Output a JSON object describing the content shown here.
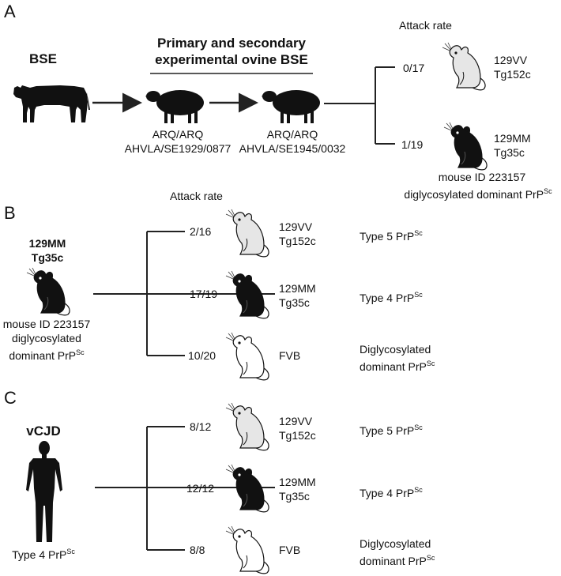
{
  "panelA": {
    "letter": "A",
    "bse": "BSE",
    "title_line1": "Primary and secondary",
    "title_line2": "experimental ovine BSE",
    "attack_rate_label": "Attack rate",
    "sheep1": {
      "genotype": "ARQ/ARQ",
      "id": "AHVLA/SE1929/0877"
    },
    "sheep2": {
      "genotype": "ARQ/ARQ",
      "id": "AHVLA/SE1945/0032"
    },
    "rows": [
      {
        "rate": "0/17",
        "line1": "129VV",
        "line2": "Tg152c"
      },
      {
        "rate": "1/19",
        "line1": "129MM",
        "line2": "Tg35c"
      }
    ],
    "note_line1": "mouse ID 223157",
    "note_line2": "diglycosylated dominant PrP",
    "note_sup": "Sc"
  },
  "panelB": {
    "letter": "B",
    "attack_rate_label": "Attack rate",
    "source_line1": "129MM",
    "source_line2": "Tg35c",
    "source_note1": "mouse ID 223157",
    "source_note2": "diglycosylated",
    "source_note3": "dominant PrP",
    "source_sup": "Sc",
    "rows": [
      {
        "rate": "2/16",
        "line1": "129VV",
        "line2": "Tg152c",
        "result": "Type 5 PrP",
        "result2": "",
        "sup": "Sc"
      },
      {
        "rate": "17/19",
        "line1": "129MM",
        "line2": "Tg35c",
        "result": "Type 4 PrP",
        "result2": "",
        "sup": "Sc"
      },
      {
        "rate": "10/20",
        "line1": "FVB",
        "line2": "",
        "result": "Diglycosylated",
        "result2": "dominant PrP",
        "sup": "Sc"
      }
    ]
  },
  "panelC": {
    "letter": "C",
    "source": "vCJD",
    "source_note": "Type 4 PrP",
    "source_sup": "Sc",
    "rows": [
      {
        "rate": "8/12",
        "line1": "129VV",
        "line2": "Tg152c",
        "result": "Type 5 PrP",
        "result2": "",
        "sup": "Sc"
      },
      {
        "rate": "12/12",
        "line1": "129MM",
        "line2": "Tg35c",
        "result": "Type 4 PrP",
        "result2": "",
        "sup": "Sc"
      },
      {
        "rate": "8/8",
        "line1": "FVB",
        "line2": "",
        "result": "Diglycosylated",
        "result2": "dominant PrP",
        "sup": "Sc"
      }
    ]
  },
  "colors": {
    "black_fill": "#111111",
    "grey_fill": "#e6e6e6",
    "white_fill": "#ffffff",
    "line": "#222222"
  },
  "icons": [
    "cow-icon",
    "sheep-icon",
    "mouse-icon",
    "human-icon"
  ]
}
